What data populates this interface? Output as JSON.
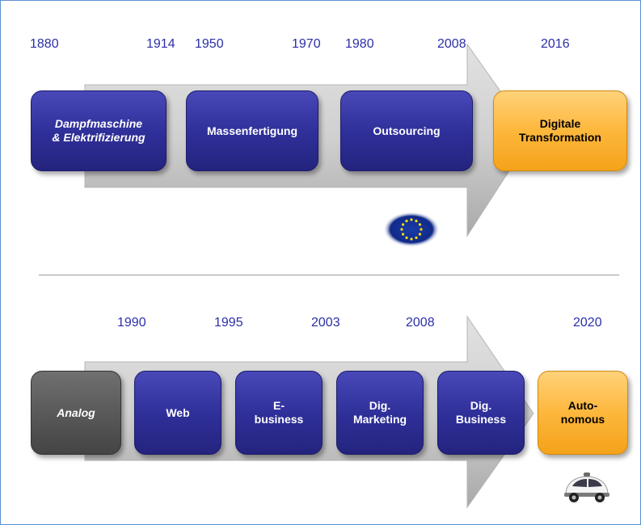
{
  "top": {
    "years": [
      "1880",
      "1914",
      "1950",
      "1970",
      "1980",
      "2008",
      "2016"
    ],
    "boxes": {
      "steam": [
        "Dampfmaschine",
        "& Elektrifizierung"
      ],
      "mass": "Massenfertigung",
      "outsourcing": "Outsourcing",
      "digital": [
        "Digitale",
        "Transformation"
      ]
    }
  },
  "bottom": {
    "years": [
      "1990",
      "1995",
      "2003",
      "2008",
      "2020"
    ],
    "boxes": {
      "analog": "Analog",
      "web": "Web",
      "ebusiness": [
        "E-",
        "business"
      ],
      "digmarketing": [
        "Dig.",
        "Marketing"
      ],
      "digbusiness": [
        "Dig.",
        "Business"
      ],
      "autonomous": [
        "Auto-",
        "nomous"
      ]
    }
  },
  "colors": {
    "blue_box": "#2e2e98",
    "orange_box": "#fdb73c",
    "gray_box": "#555555",
    "arrow": "#c8c8c8",
    "year_text": "#2b2fa8"
  },
  "icons": [
    "eu-flag-icon",
    "self-driving-car-icon"
  ]
}
